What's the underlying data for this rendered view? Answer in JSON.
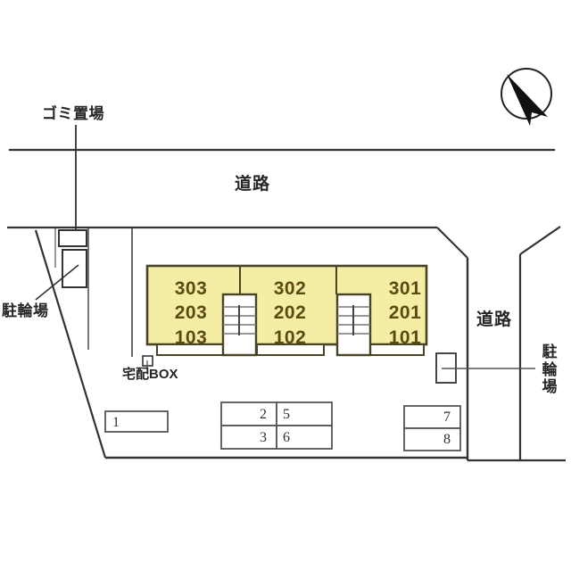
{
  "page": {
    "title": "Property Site Layout Map",
    "background_color": "#ffffff"
  },
  "colors": {
    "building_fill": "#f4eda4",
    "building_stroke": "#4a4426",
    "unit_text": "#5c4a12",
    "line": "#333333",
    "stair_fill": "#ffffff",
    "parking_stroke": "#555555",
    "label_text": "#262626"
  },
  "compass": {
    "name": "north-arrow",
    "direction": "northwest"
  },
  "roads": {
    "top": {
      "label": "道路"
    },
    "right": {
      "label": "道路"
    }
  },
  "facilities": {
    "garbage": {
      "label": "ゴミ置場"
    },
    "bicycle_left": {
      "label": "駐輪場"
    },
    "bicycle_right": {
      "label": "駐輪場"
    },
    "delivery_box": {
      "label": "宅配BOX"
    }
  },
  "building": {
    "units": [
      {
        "id": "col-303",
        "floors": [
          "303",
          "203",
          "103"
        ]
      },
      {
        "id": "col-302",
        "floors": [
          "302",
          "202",
          "102"
        ]
      },
      {
        "id": "col-301",
        "floors": [
          "301",
          "201",
          "101"
        ]
      }
    ],
    "stairs": [
      {
        "id": "stair-west"
      },
      {
        "id": "stair-east"
      }
    ]
  },
  "parking": {
    "spaces": [
      {
        "number": "1",
        "group": "west",
        "align": "left"
      },
      {
        "number": "2",
        "group": "center-left",
        "align": "right"
      },
      {
        "number": "3",
        "group": "center-left",
        "align": "right"
      },
      {
        "number": "5",
        "group": "center-right",
        "align": "left"
      },
      {
        "number": "6",
        "group": "center-right",
        "align": "left"
      },
      {
        "number": "7",
        "group": "east",
        "align": "right"
      },
      {
        "number": "8",
        "group": "east",
        "align": "right"
      }
    ]
  }
}
